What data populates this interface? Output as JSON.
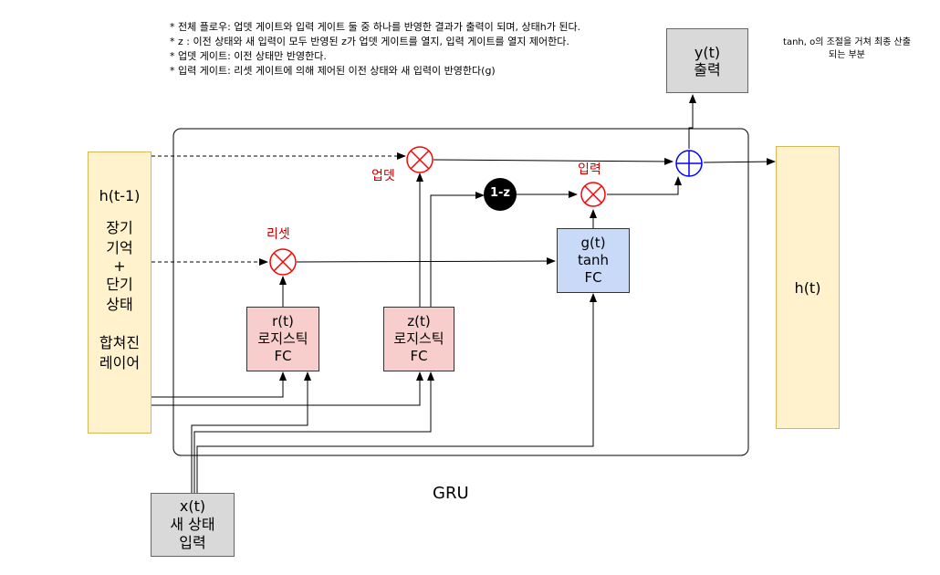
{
  "notes": [
    "* 전체 플로우: 업뎃 게이트와 입력 게이트 둘 중 하나를 반영한 결과가 출력이 되며, 상태h가 된다.",
    "* z : 이전 상태와 새 입력이 모두 반영된 z가 업뎃 게이트를 열지, 입력 게이트를 열지 제어한다.",
    "* 업뎃 게이트: 이전 상태만 반영한다.",
    "* 입력 게이트: 리셋 게이트에 의해 제어된 이전 상태와 새 입력이 반영한다(g)"
  ],
  "side_note": "tanh, o의 조절을 거쳐 최종 산출되는 부분",
  "title": "GRU",
  "prev_state": {
    "name": "h(t-1)",
    "line1": "장기",
    "line2": "기억",
    "plus": "+",
    "line3": "단기",
    "line4": "상태",
    "line5": "합쳐진",
    "line6": "레이어"
  },
  "next_state": {
    "name": "h(t)"
  },
  "output": {
    "name": "y(t)",
    "label": "출력"
  },
  "input": {
    "name": "x(t)",
    "line1": "새 상태",
    "line2": "입력"
  },
  "gates": {
    "reset_label": "리셋",
    "update_label": "업뎃",
    "input_label": "입력",
    "one_minus_z": "1-z"
  },
  "fc_r": {
    "name": "r(t)",
    "kind": "로지스틱",
    "type": "FC"
  },
  "fc_z": {
    "name": "z(t)",
    "kind": "로지스틱",
    "type": "FC"
  },
  "fc_g": {
    "name": "g(t)",
    "kind": "tanh",
    "type": "FC"
  },
  "colors": {
    "state_fill": "#fff2cc",
    "state_border": "#d6b656",
    "logistic_fill": "#f8cecc",
    "tanh_fill": "#c9daf8",
    "gray_fill": "#d9d9d9",
    "gate_red": "#ff0000",
    "sum_blue": "#0000ff"
  }
}
